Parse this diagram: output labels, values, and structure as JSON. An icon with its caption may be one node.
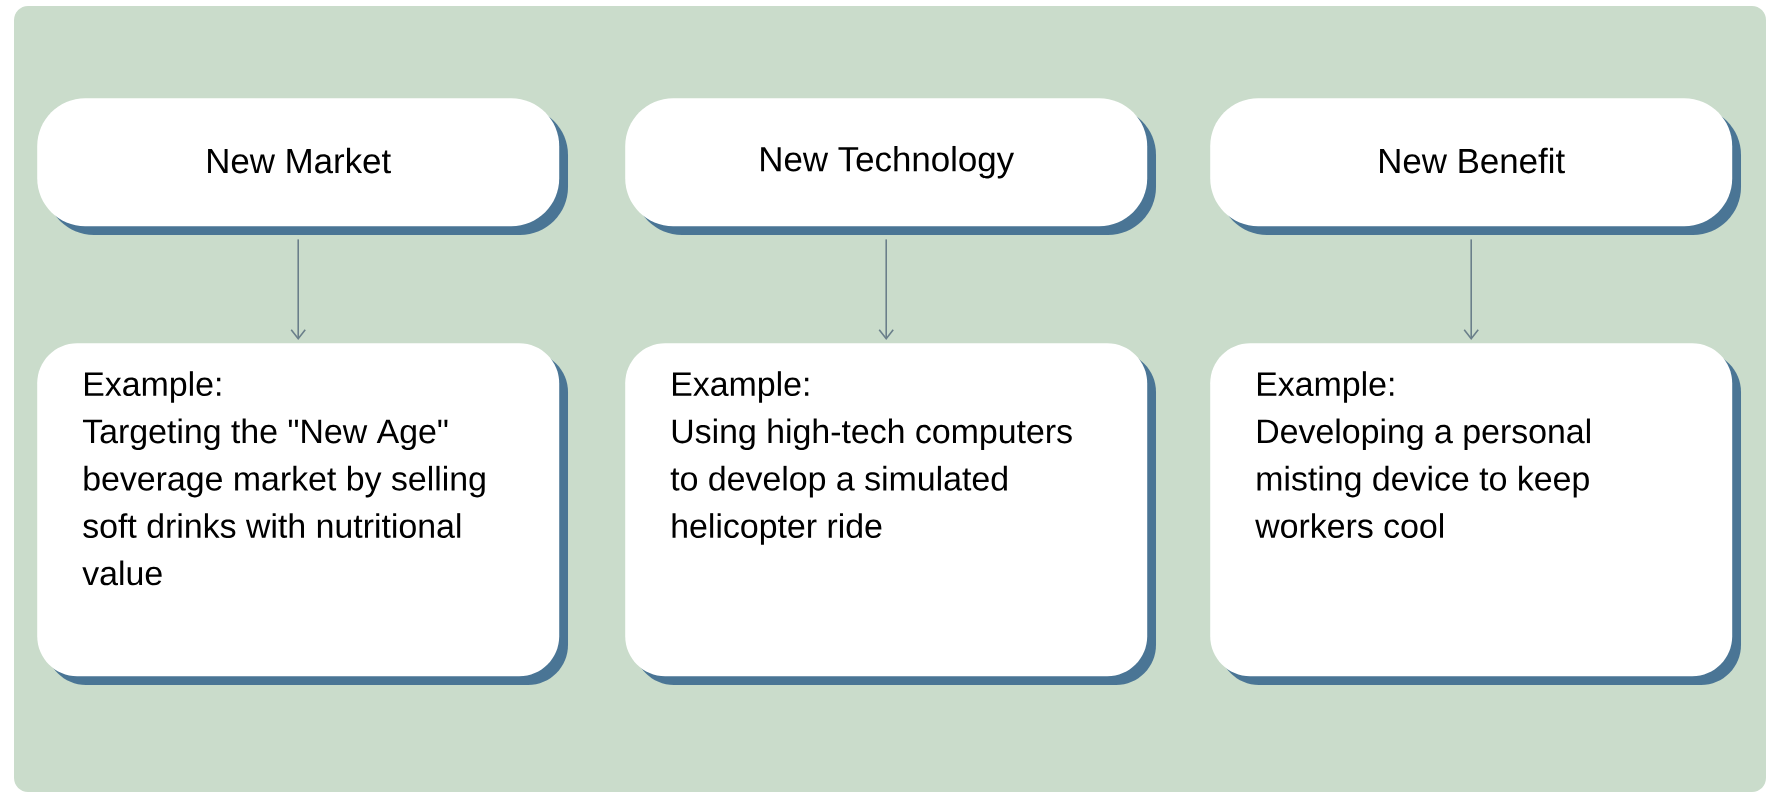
{
  "diagram": {
    "nodes": [
      {
        "text": [
          "New Market"
        ]
      },
      {
        "text": [
          "New Technology"
        ]
      },
      {
        "text": [
          "New Benefit"
        ]
      },
      {
        "text": [
          "Example:",
          "Targeting the \"New Age\" beverage market by selling soft drinks with nutritional value"
        ]
      },
      {
        "text": [
          "Example:",
          "Using high-tech computers to develop a simulated helicopter ride"
        ]
      },
      {
        "text": [
          "Example:",
          "Developing a personal misting device to keep workers cool"
        ]
      }
    ],
    "edges": [
      {
        "from": 0,
        "to": 3,
        "arrow": "to"
      },
      {
        "from": 1,
        "to": 4,
        "arrow": "to"
      },
      {
        "from": 2,
        "to": 5,
        "arrow": "to"
      }
    ]
  }
}
